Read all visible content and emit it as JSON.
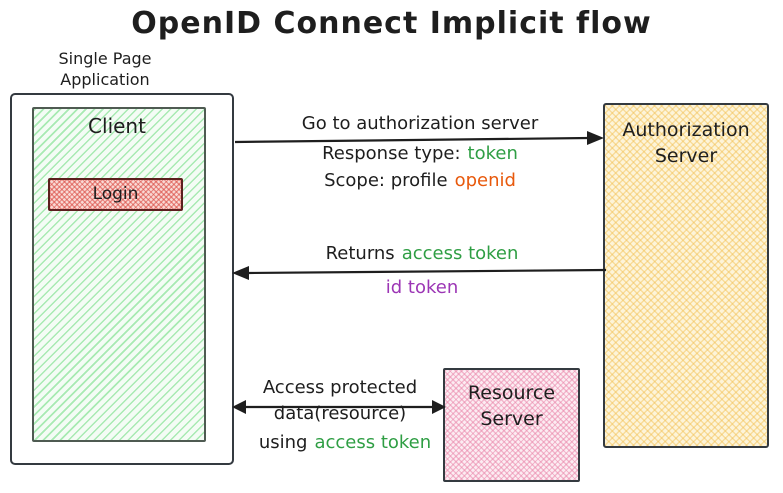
{
  "title": "OpenID Connect Implicit flow",
  "spa": {
    "caption": "Single Page Application",
    "client_label": "Client",
    "login_label": "Login"
  },
  "auth_server": {
    "label": "Authorization Server"
  },
  "resource_server": {
    "label": "Resource Server"
  },
  "flow1": {
    "title": "Go to authorization server",
    "response_prefix": "Response type:",
    "response_value": "token",
    "scope_prefix": "Scope: profile",
    "scope_value": "openid"
  },
  "flow2": {
    "prefix": "Returns",
    "value": "access token",
    "secondary": "id token"
  },
  "flow3": {
    "line1": "Access protected",
    "line2": "data(resource)",
    "line3_prefix": "using",
    "line3_value": "access token"
  },
  "colors": {
    "ink": "#1e1e1e",
    "token_green": "#2f9e44",
    "openid_orange": "#e8590c",
    "id_token_purple": "#9c36b5",
    "client_fill_green": "#69db7c",
    "auth_fill_yellow": "#f2be4e",
    "resource_fill_pink": "#e982a7",
    "login_fill_red": "#d94840"
  }
}
